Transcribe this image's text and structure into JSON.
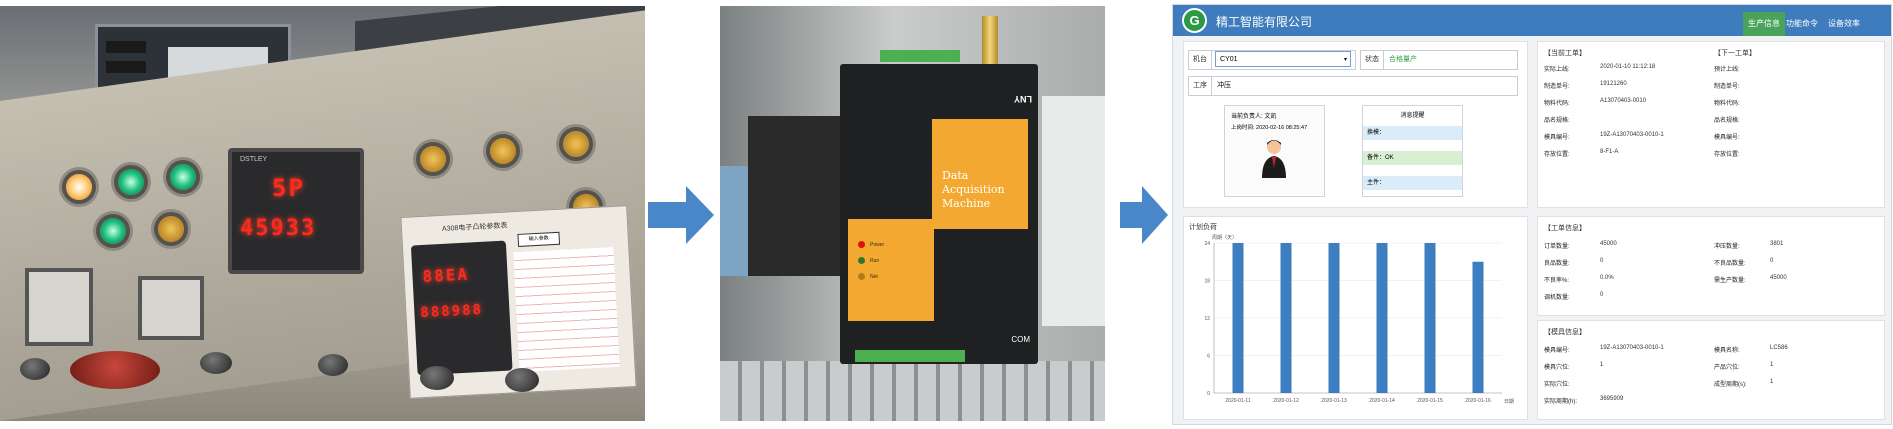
{
  "app": {
    "logo_letter": "G",
    "company": "精工智能有限公司",
    "nav": [
      {
        "label": "生产信息",
        "active": true
      },
      {
        "label": "功能命令",
        "active": false
      },
      {
        "label": "设备效率",
        "active": false
      }
    ]
  },
  "machine": {
    "machine_label": "机台",
    "machine_value": "CY01",
    "status_label": "状态",
    "status_value": "合格量产",
    "process_label": "工序",
    "process_value": "冲压"
  },
  "operator": {
    "person_line": "当前负责人: 文凯",
    "time_line": "上岗时间: 2020-02-16 08:25:47"
  },
  "messages": {
    "title": "消息提醒",
    "rows": [
      "换模：",
      "备件：OK",
      "主件："
    ]
  },
  "current_order": {
    "title": "【当前工单】",
    "fields": [
      {
        "label": "实际上线:",
        "value": "2020-01-10 11:12:18"
      },
      {
        "label": "制造单号:",
        "value": "19121260"
      },
      {
        "label": "物料代码:",
        "value": "A13070403-0010"
      },
      {
        "label": "品名规格:",
        "value": ""
      },
      {
        "label": "模具编号:",
        "value": "19Z-A13070403-0010-1"
      },
      {
        "label": "存放位置:",
        "value": "8-F1-A"
      }
    ]
  },
  "next_order": {
    "title": "【下一工单】",
    "fields": [
      {
        "label": "预计上线:",
        "value": ""
      },
      {
        "label": "制造单号:",
        "value": ""
      },
      {
        "label": "物料代码:",
        "value": ""
      },
      {
        "label": "品名规格:",
        "value": ""
      },
      {
        "label": "模具编号:",
        "value": ""
      },
      {
        "label": "存放位置:",
        "value": ""
      }
    ]
  },
  "order_info": {
    "title": "【工单信息】",
    "left": [
      {
        "label": "订单数量:",
        "value": "45000"
      },
      {
        "label": "良品数量:",
        "value": "0"
      },
      {
        "label": "不良率%:",
        "value": "0.0%"
      },
      {
        "label": "调机数量:",
        "value": "0"
      }
    ],
    "right": [
      {
        "label": "冲压数量:",
        "value": "3801"
      },
      {
        "label": "不良品数量:",
        "value": "0"
      },
      {
        "label": "需生产数量:",
        "value": "45000"
      }
    ]
  },
  "mold_info": {
    "title": "【模具信息】",
    "left": [
      {
        "label": "模具编号:",
        "value": "19Z-A13070403-0010-1"
      },
      {
        "label": "模具穴位:",
        "value": "1"
      },
      {
        "label": "实际穴位:",
        "value": ""
      },
      {
        "label": "实际周期(h):",
        "value": "3695909"
      }
    ],
    "right": [
      {
        "label": "模具名称:",
        "value": "LC586"
      },
      {
        "label": "产品穴位:",
        "value": "1"
      },
      {
        "label": "成型周期(s):",
        "value": "1"
      }
    ]
  },
  "plan_panel": {
    "title": "计划负荷"
  },
  "chart_data": {
    "type": "bar",
    "categories": [
      "2020-01-11",
      "2020-01-12",
      "2020-01-13",
      "2020-01-14",
      "2020-01-15",
      "2020-01-16"
    ],
    "values": [
      24,
      24,
      24,
      24,
      24,
      21
    ],
    "ylabel": "周期（天）",
    "xlabel": "日期",
    "ylim": [
      0,
      24
    ],
    "yticks": [
      0,
      6,
      12,
      18,
      24
    ],
    "grid": true,
    "colors": {
      "bar": "#3d7ec1"
    }
  },
  "photo1": {
    "display_top": "5P",
    "display_bottom": "45933",
    "brand": "DSTLEY",
    "controller_title": "A308电子凸轮参数表",
    "controller_line1": "88EA",
    "controller_line2": "888988",
    "controller_tag": "输入参数"
  },
  "photo2": {
    "box_model": "LNY",
    "box_title_lines": [
      "Data",
      "Acquisition",
      "Machine"
    ],
    "led_labels": [
      "Power",
      "Run",
      "Net"
    ],
    "com_label": "COM"
  },
  "colors": {
    "topbar": "#3e7cbd",
    "nav_active": "#4aa35a",
    "status_ok": "#2ea043",
    "accent_yellow": "#f3a931"
  }
}
